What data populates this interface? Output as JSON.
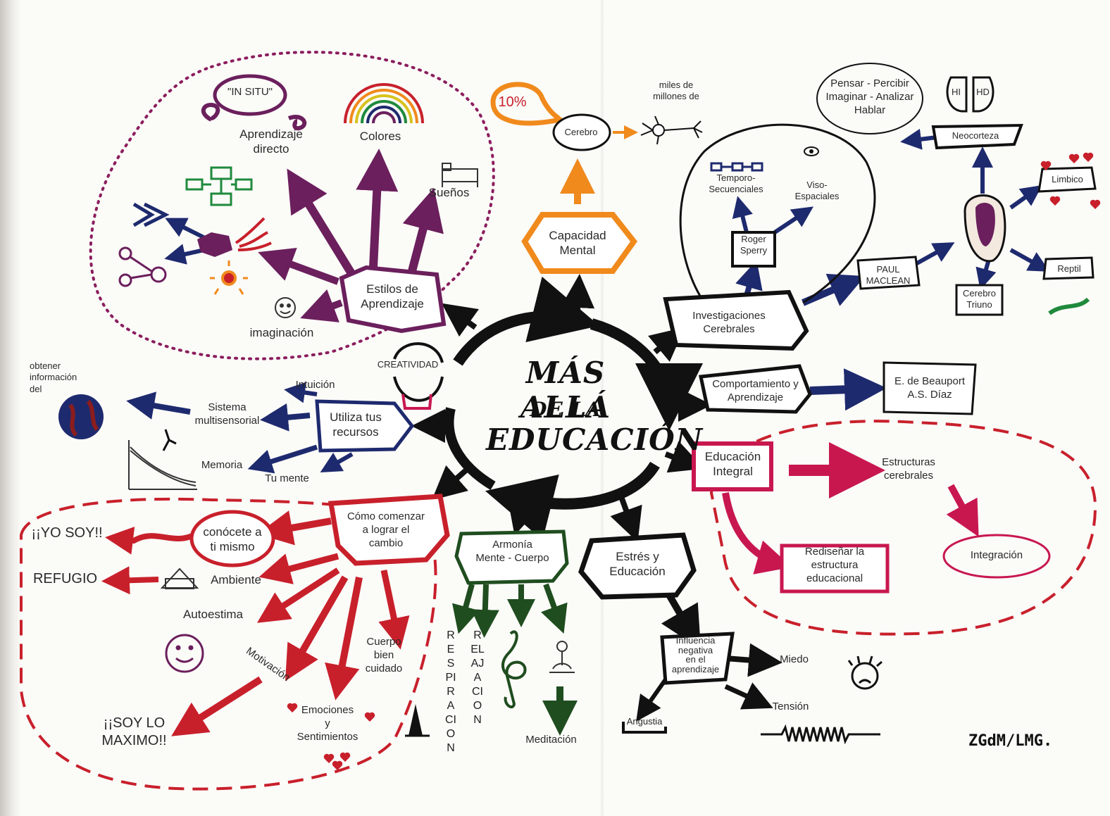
{
  "title": {
    "line1": "MÁS ALLÁ",
    "line2": "DE LA",
    "line3": "EDUCACIÓN"
  },
  "colors": {
    "purple": "#6b1f5c",
    "red": "#c8202b",
    "navy": "#1e2a6e",
    "green": "#1f4d1f",
    "orange": "#f08a1c",
    "black": "#111111",
    "magenta": "#c8174f"
  },
  "nodes": {
    "in_situ": "\"IN SITU\"",
    "aprendizaje_directo": "Aprendizaje\ndirecto",
    "colores": "Colores",
    "suenos": "Sueños",
    "estilos": "Estilos de\nAprendizaje",
    "imaginacion": "imaginación",
    "creatividad": "CREATIVIDAD",
    "pct": "10%",
    "cerebro": "Cerebro",
    "miles": "miles de\nmillones de",
    "capacidad": "Capacidad\nMental",
    "temporo": "Temporo-\nSecuenciales",
    "viso": "Viso-\nEspaciales",
    "roger": "Roger\nSperry",
    "pensar": "Pensar - Percibir\nImaginar - Analizar\nHablar",
    "hi": "HI",
    "hd": "HD",
    "neocorteza": "Neocorteza",
    "limbico": "Limbico",
    "reptil": "Reptil",
    "cerebro_triuno": "Cerebro\nTriuno",
    "paul": "PAUL\nMACLEAN",
    "investigaciones": "Investigaciones\nCerebrales",
    "comportamiento": "Comportamiento y\nAprendizaje",
    "beauport": "E. de Beauport\nA.S. Díaz",
    "educacion_integral": "Educación\nIntegral",
    "estructuras": "Estructuras\ncerebrales",
    "redisenar": "Rediseñar la\nestructura\neducacional",
    "integracion": "Integración",
    "obtener": "obtener\ninformación\ndel",
    "intuicion": "Intuición",
    "sistema": "Sistema\nmultisensorial",
    "utiliza": "Utiliza tus\nrecursos",
    "memoria": "Memoria",
    "tu_mente": "Tu mente",
    "como": "Cómo comenzar\na lograr el\ncambio",
    "conocete": "conócete a\nti mismo",
    "yo_soy": "¡¡YO SOY!!",
    "refugio": "REFUGIO",
    "ambiente": "Ambiente",
    "autoestima": "Autoestima",
    "motivacion": "Motivación",
    "soy_lo_maximo": "¡¡SOY LO\nMAXIMO!!",
    "cuerpo": "Cuerpo\nbien\ncuidado",
    "emociones": "Emociones\ny\nSentimientos",
    "armonia": "Armonía\nMente - Cuerpo",
    "respiracion": "RESPIRACION",
    "relajacion": "RELAJACION",
    "meditacion": "Meditación",
    "estres": "Estrés y\nEducación",
    "influencia": "Influencia\nnegativa\nen el\naprendizaje",
    "miedo": "Miedo",
    "tension": "Tensión",
    "angustia": "Angustia",
    "signature": "ZGdM/LMG."
  }
}
